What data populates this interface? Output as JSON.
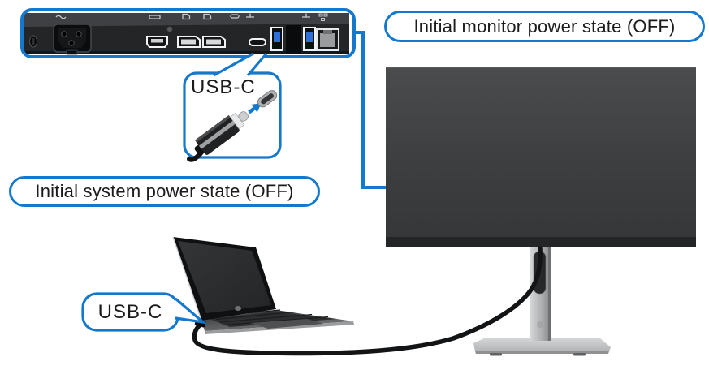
{
  "labels": {
    "monitor_power_state": "Initial monitor power state (OFF)",
    "system_power_state": "Initial system power state (OFF)",
    "usbc_panel_callout": "USB-C",
    "usbc_laptop_callout": "USB-C"
  },
  "colors": {
    "accent_blue": "#1478cc",
    "background": "#ffffff",
    "label_text": "#1b1b1b",
    "monitor_body": "#3d3f41",
    "panel_body": "#232527",
    "stand_silver": "#b9bbbd",
    "cable_black": "#141516",
    "usb_port_blue": "#2f6fd8"
  },
  "monitor_rear_ports": [
    "security-lock-slot",
    "ac-power-inlet",
    "hdmi-port",
    "displayport-1",
    "displayport-2",
    "usb-c-port",
    "usb-a-port-1",
    "usb-a-port-2",
    "rj45-ethernet-port"
  ],
  "illustrations": [
    "monitor-rear-port-panel",
    "usb-c-plug-with-arrow",
    "monitor-back-view-on-stand",
    "laptop-open",
    "usb-c-cable-laptop-to-monitor"
  ]
}
